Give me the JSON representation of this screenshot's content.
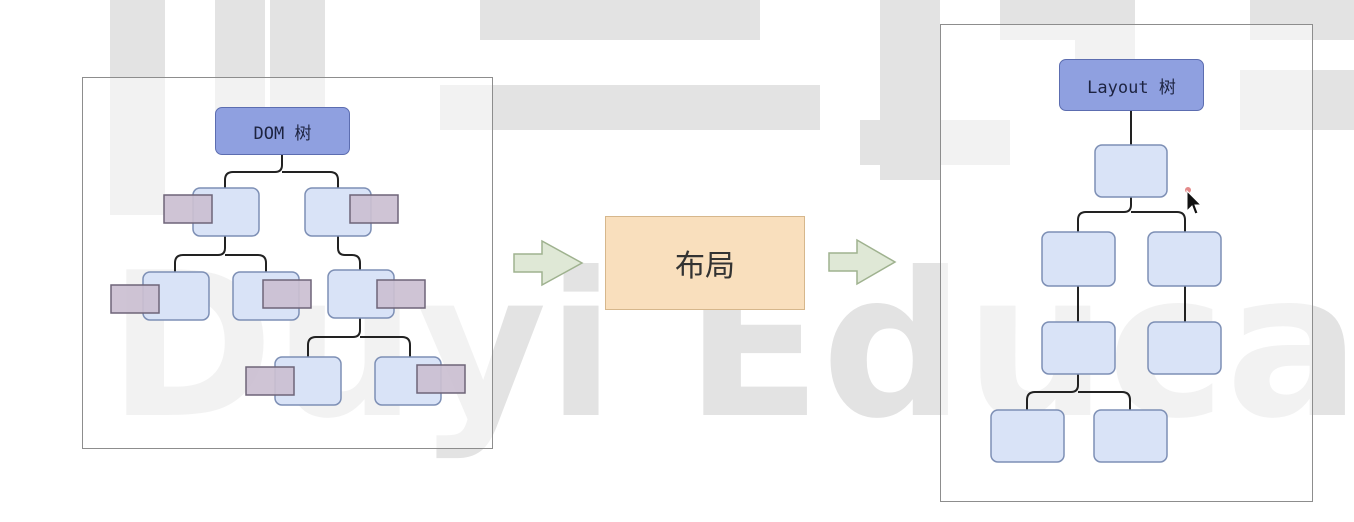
{
  "dom_tree": {
    "root_label": "DOM 树"
  },
  "layout_step": {
    "label": "布局"
  },
  "layout_tree": {
    "root_label": "Layout 树"
  },
  "watermark": {
    "latin_text": "Duyi Education"
  },
  "colors": {
    "root_fill": "#8fa0e0",
    "node_fill": "#d9e3f7",
    "node_stroke": "#7d8fb5",
    "hidden_node_fill": "#cbbfd1",
    "step_fill": "#f9dfbd",
    "arrow_fill": "#dfe8d6",
    "arrow_stroke": "#9fb28f"
  }
}
